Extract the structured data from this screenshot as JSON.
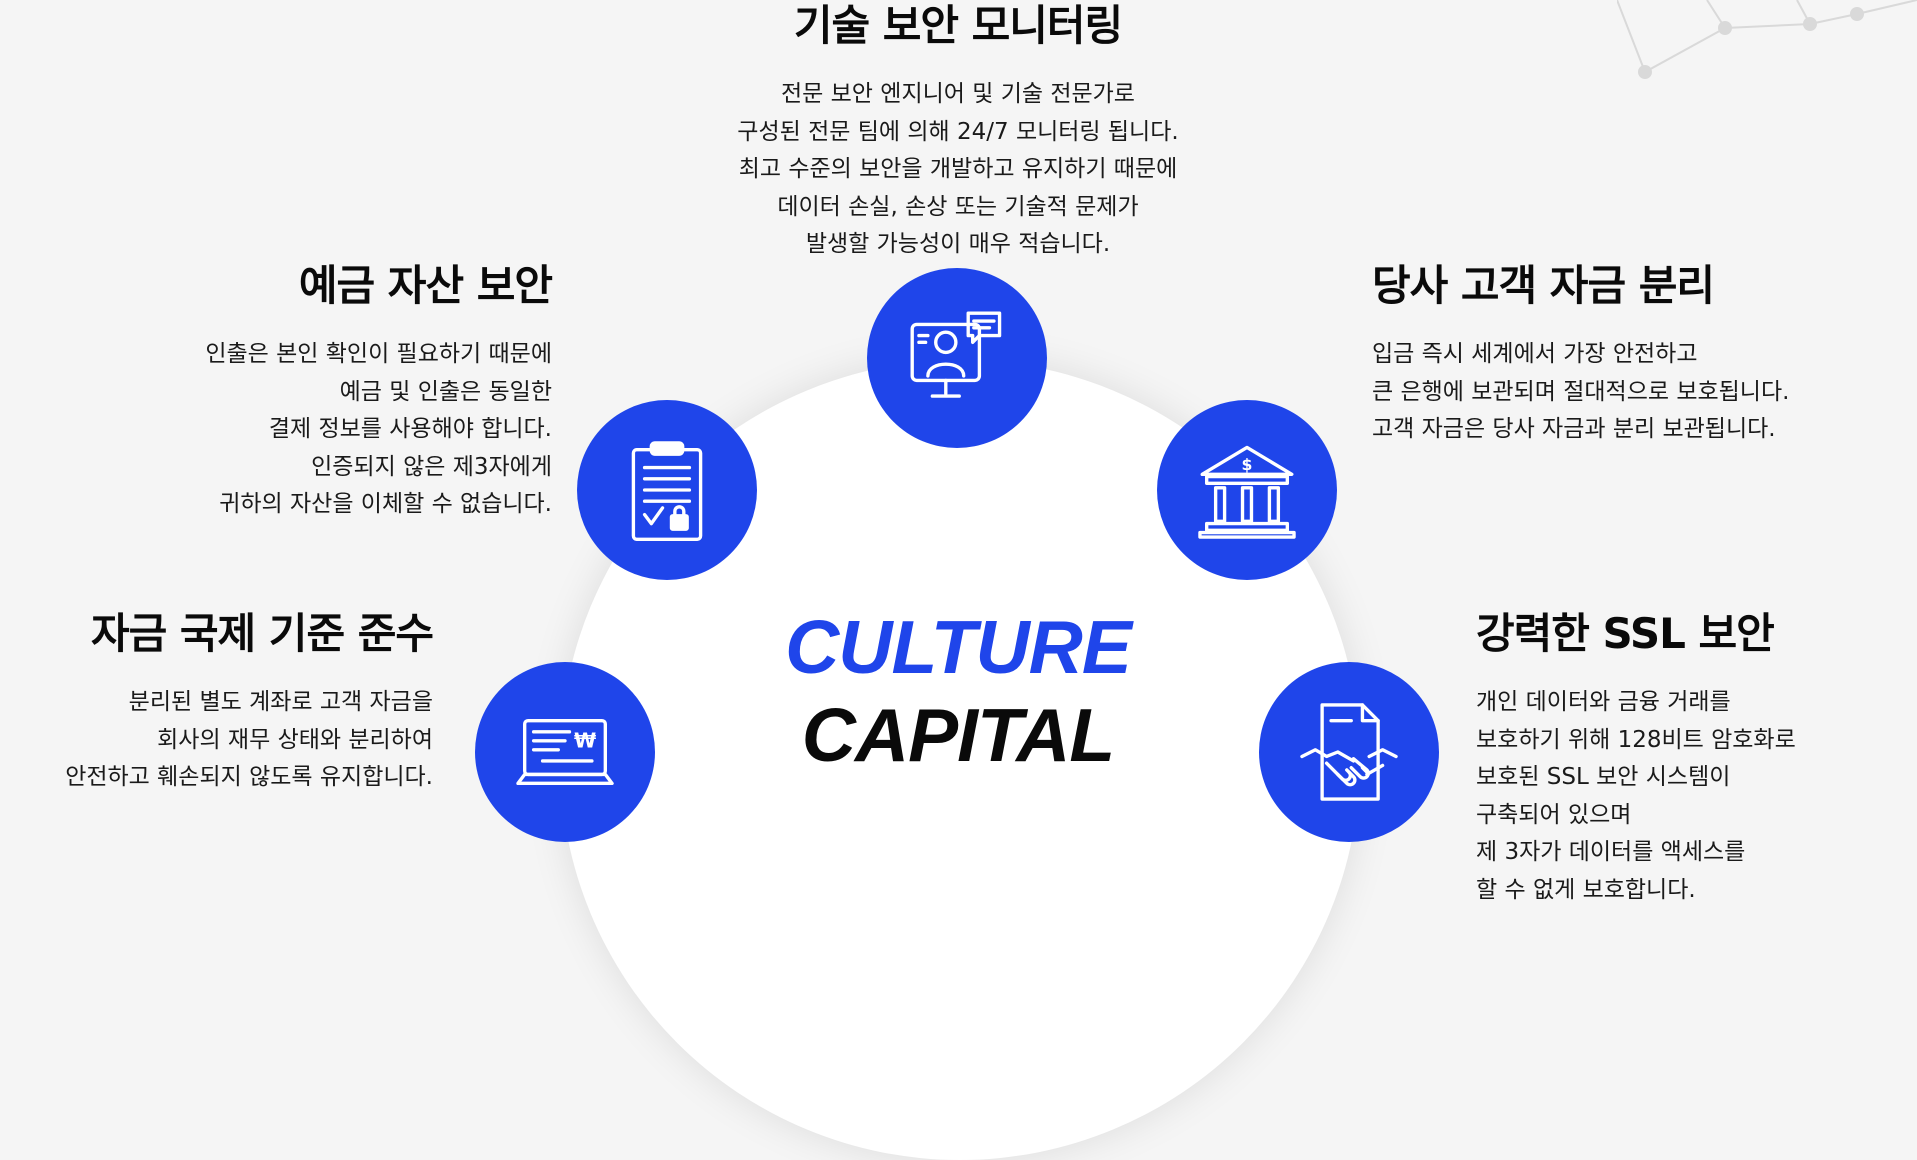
{
  "brand": {
    "line1": "CULTURE",
    "line2": "CAPITAL"
  },
  "colors": {
    "accent": "#1f45ea",
    "text": "#0a0a0a",
    "background": "#f5f5f5"
  },
  "features": {
    "tech_monitoring": {
      "title": "기술 보안 모니터링",
      "icon": "monitor-person-chat-icon",
      "lines": [
        "전문 보안 엔지니어 및 기술 전문가로",
        "구성된 전문 팀에 의해 24/7 모니터링 됩니다.",
        "최고 수준의 보안을 개발하고 유지하기 때문에",
        "데이터 손실, 손상 또는 기술적 문제가",
        "발생할 가능성이 매우 적습니다."
      ]
    },
    "deposit_security": {
      "title": "예금 자산 보안",
      "icon": "clipboard-lock-icon",
      "lines": [
        "인출은 본인 확인이 필요하기 때문에",
        "예금 및 인출은 동일한",
        "결제 정보를 사용해야 합니다.",
        "인증되지 않은 제3자에게",
        "귀하의 자산을 이체할 수 없습니다."
      ]
    },
    "fund_segregation": {
      "title": "당사 고객 자금 분리",
      "icon": "bank-icon",
      "lines": [
        "입금 즉시 세계에서 가장 안전하고",
        "큰 은행에 보관되며 절대적으로 보호됩니다.",
        "고객 자금은 당사 자금과 분리 보관됩니다."
      ]
    },
    "international_standards": {
      "title": "자금 국제 기준 준수",
      "icon": "laptop-won-icon",
      "lines": [
        "분리된 별도 계좌로 고객 자금을",
        "회사의 재무 상태와 분리하여",
        "안전하고 훼손되지 않도록 유지합니다."
      ]
    },
    "ssl_security": {
      "title": "강력한 SSL 보안",
      "icon": "document-handshake-icon",
      "lines": [
        "개인 데이터와 금융 거래를",
        "보호하기 위해 128비트 암호화로",
        "보호된 SSL 보안 시스템이",
        "구축되어 있으며",
        "제 3자가 데이터를 액세스를",
        "할 수 없게 보호합니다."
      ]
    }
  }
}
